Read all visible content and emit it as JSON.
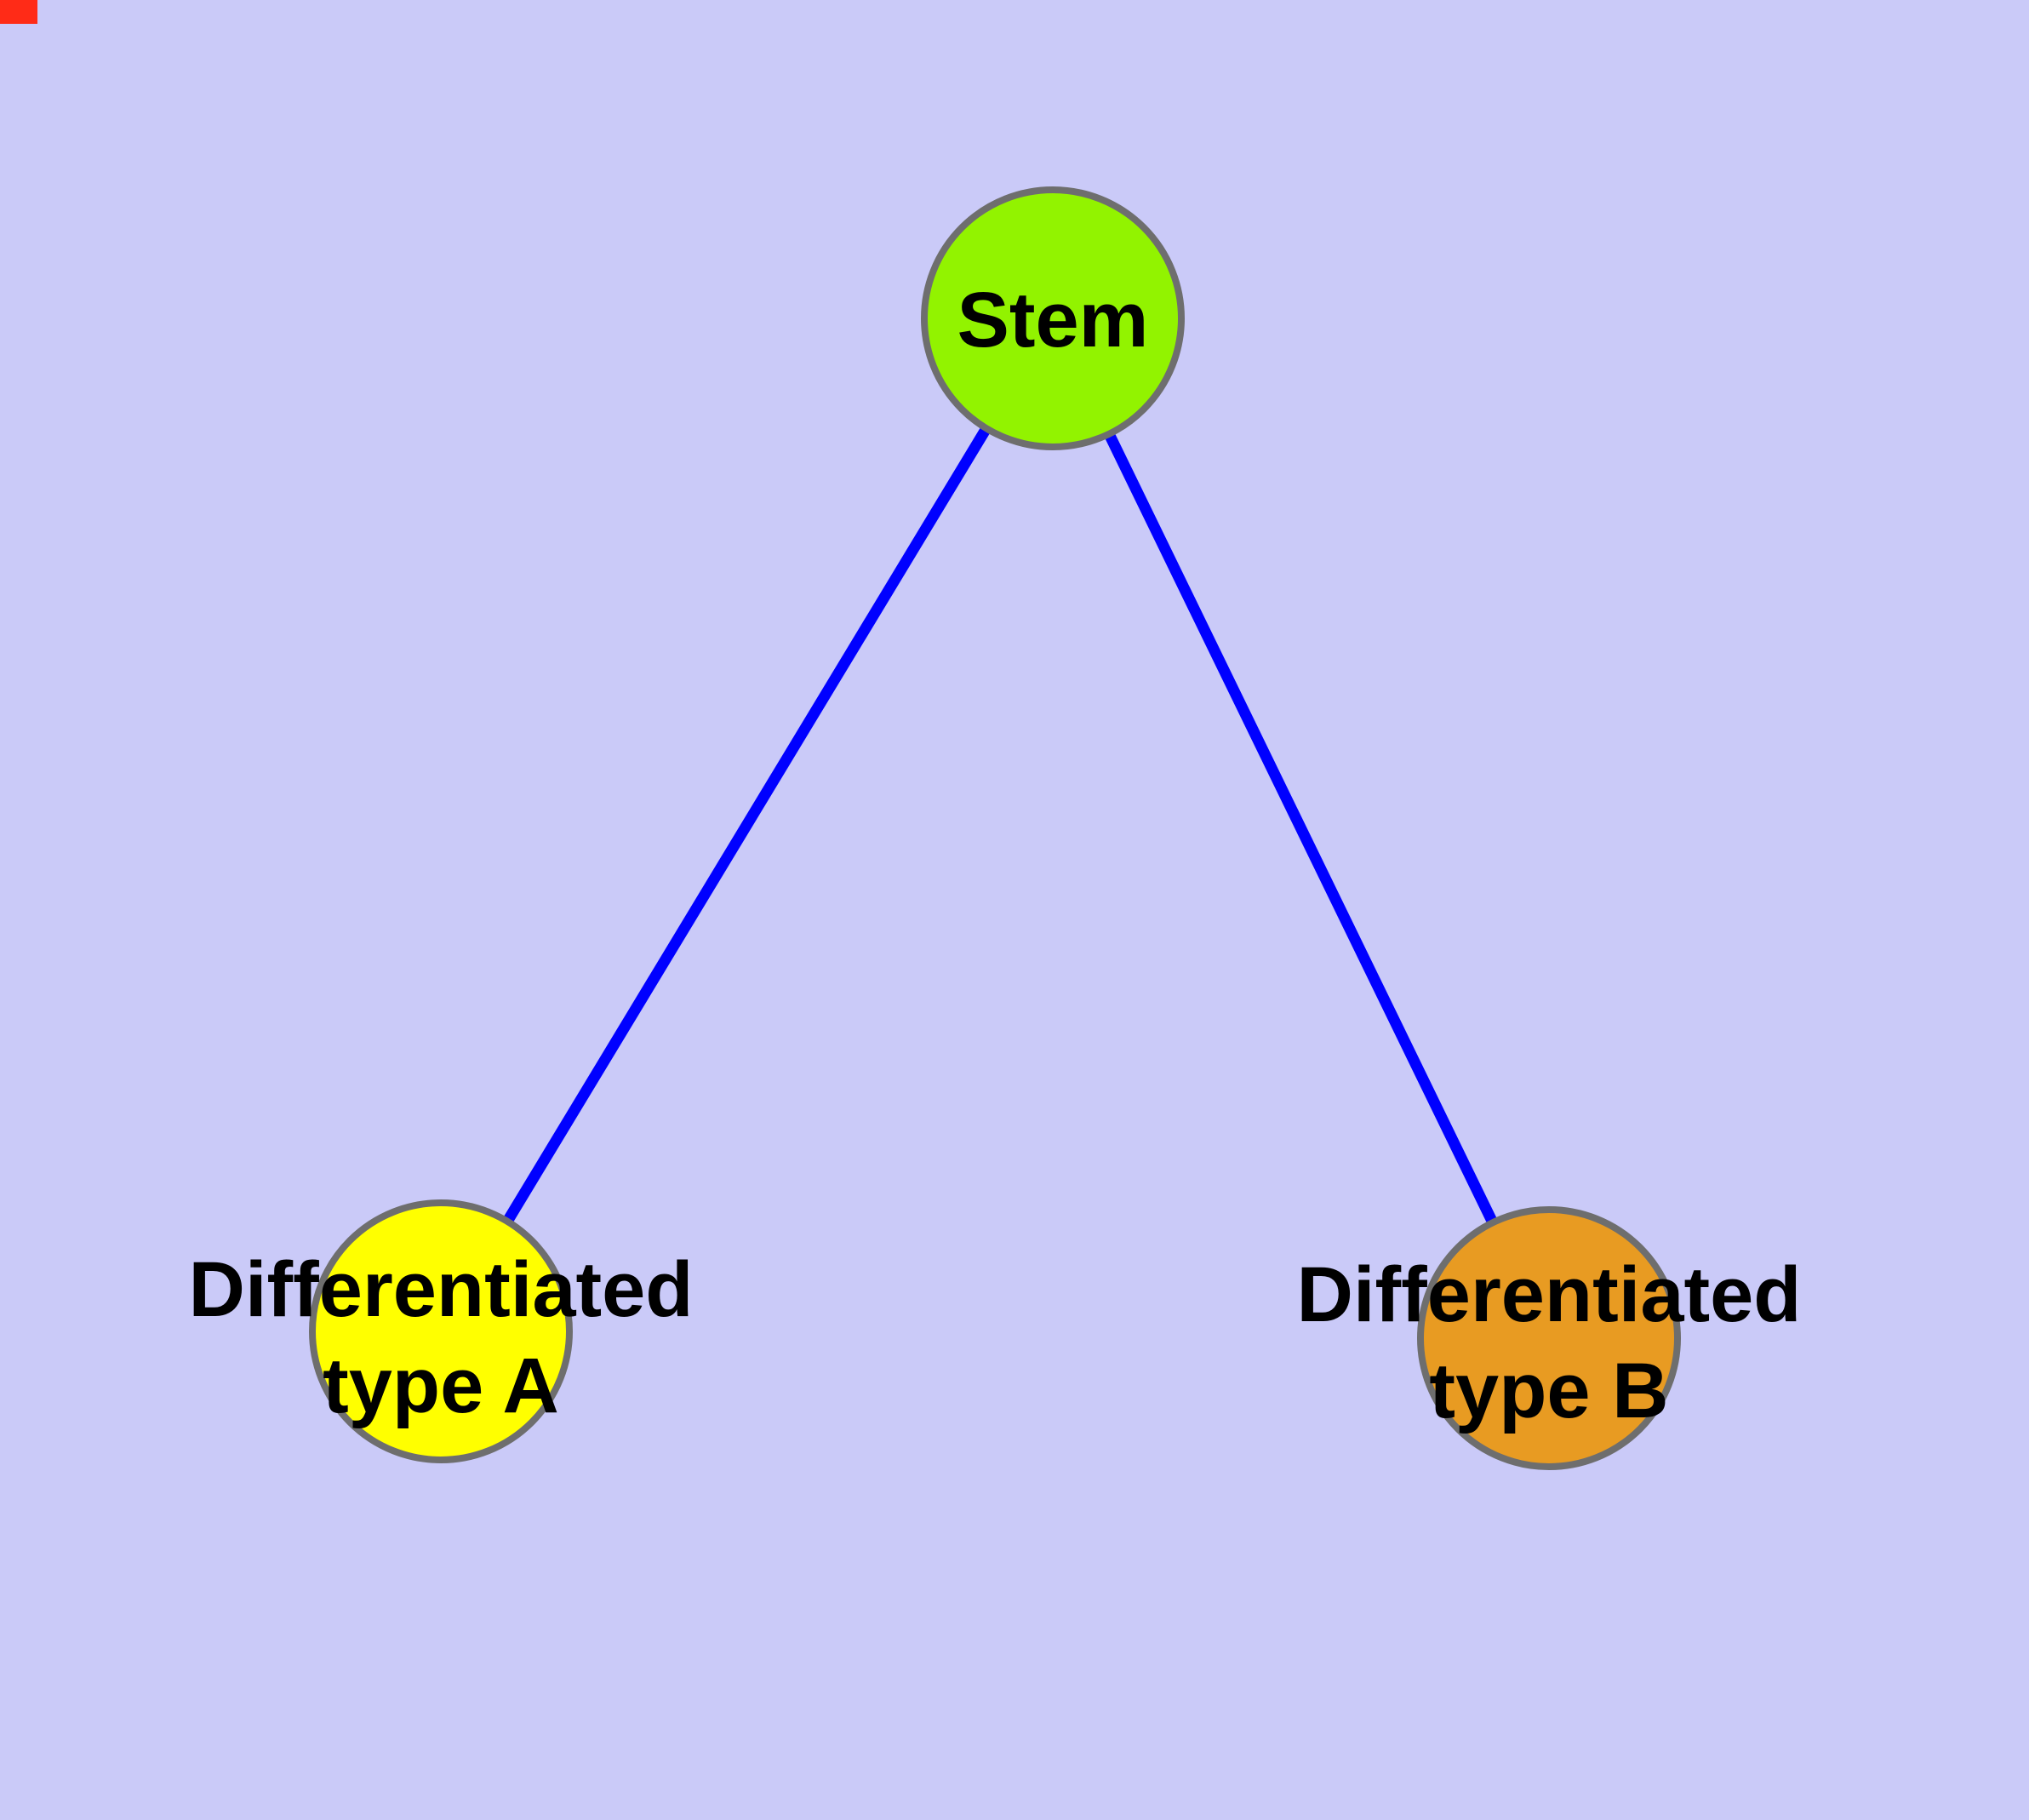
{
  "diagram": {
    "background_color": "#CACAF8",
    "edge_color": "#0000FF",
    "node_border_color": "#6E6E6E",
    "text_color": "#000000",
    "corner_marker_color": "#FF2B17",
    "nodes": [
      {
        "id": "stem",
        "label": "Stem",
        "color": "#92F300"
      },
      {
        "id": "typeA",
        "lines": [
          "Differentiated",
          "type A"
        ],
        "color": "#FFFF00"
      },
      {
        "id": "typeB",
        "lines": [
          "Differentiated",
          "type B"
        ],
        "color": "#E89B22"
      }
    ],
    "edges": [
      {
        "from": "stem",
        "to": "typeA"
      },
      {
        "from": "stem",
        "to": "typeB"
      }
    ]
  }
}
